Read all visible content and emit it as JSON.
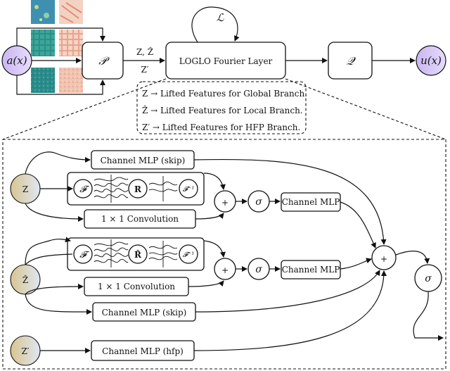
{
  "top": {
    "input_label": "a(x)",
    "lift_label": "𝒫",
    "features_top": "Z, Ẑ",
    "features_bottom": "Z′",
    "loglo_label": "LOGLO Fourier Layer",
    "loss_label": "ℒ",
    "proj_label": "𝒬",
    "output_label": "u(x)"
  },
  "legend": {
    "global": "Z → Lifted Features for Global Branch.",
    "local": "Ẑ → Lifted Features for Local Branch.",
    "hfp": "Z′ → Lifted Features for HFP Branch."
  },
  "detail": {
    "z_label": "Z",
    "zhat_label": "Ẑ",
    "zprime_label": "Z′",
    "mlp_skip_1": "Channel MLP (skip)",
    "mlp_skip_2": "Channel MLP (skip)",
    "mlp_hfp": "Channel MLP (hfp)",
    "conv_1": "1 × 1  Convolution",
    "conv_2": "1 × 1  Convolution",
    "mlp_1": "Channel MLP",
    "mlp_2": "Channel MLP",
    "fft": "𝓕",
    "ifft": "𝓕⁻¹",
    "r_global": "R",
    "r_local": "R̂",
    "plus": "+",
    "sigma": "σ"
  },
  "colors": {
    "node_purple": "#cdbdf0",
    "node_gold": "#d9c89b",
    "node_blue_light": "#dde4f2"
  }
}
